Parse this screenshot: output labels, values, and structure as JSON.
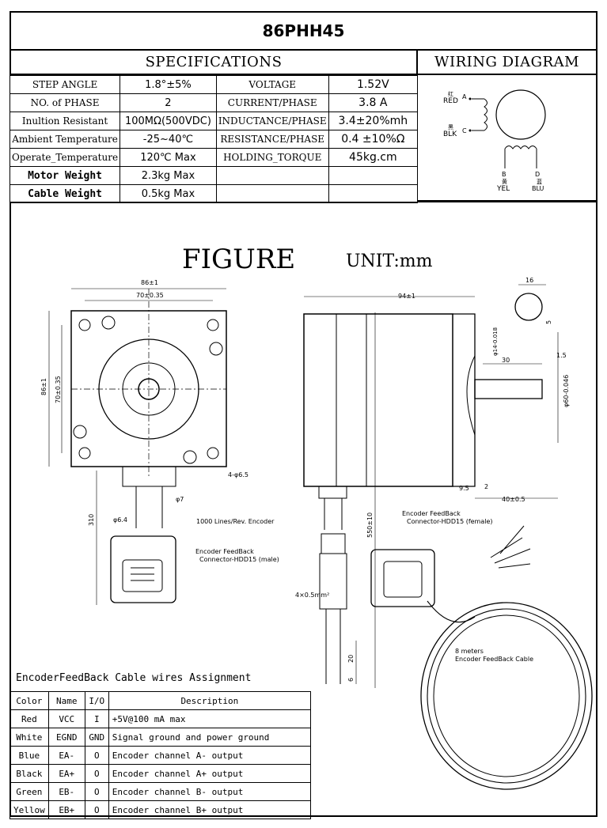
{
  "title": "86PHH45",
  "specifications_header": "SPECIFICATIONS",
  "wiring_header": "WIRING DIAGRAM",
  "specs": {
    "left": [
      {
        "label": "STEP ANGLE",
        "value": "1.8°±5%"
      },
      {
        "label": "NO. of PHASE",
        "value": "2"
      },
      {
        "label": "Inultion Resistant",
        "value": "100MΩ(500VDC)"
      },
      {
        "label": "Ambient Temperature",
        "value": "-25~40℃"
      },
      {
        "label": "Operate_Temperature",
        "value": "120℃ Max"
      },
      {
        "label": "Motor Weight",
        "value": "2.3kg Max"
      },
      {
        "label": "Cable Weight",
        "value": "0.5kg Max"
      }
    ],
    "right": [
      {
        "label": "VOLTAGE",
        "value": "1.52V"
      },
      {
        "label": "CURRENT/PHASE",
        "value": "3.8 A"
      },
      {
        "label": "INDUCTANCE/PHASE",
        "value": "3.4±20%mh"
      },
      {
        "label": "RESISTANCE/PHASE",
        "value": "0.4 ±10%Ω"
      },
      {
        "label": "HOLDING_TORQUE",
        "value": "45kg.cm"
      }
    ]
  },
  "wiring": {
    "red_cn": "红",
    "red": "RED",
    "a": "A",
    "blk_cn": "黑",
    "blk": "BLK",
    "c": "C",
    "b": "B",
    "yel_cn": "黄",
    "yel": "YEL",
    "d": "D",
    "blu_cn": "蓝",
    "blu": "BLU"
  },
  "figure": {
    "title": "FIGURE",
    "unit": "UNIT:mm",
    "dims": {
      "d86w": "86±1",
      "d70w": "70±0.35",
      "d86h": "86±1",
      "d70h": "70±0.35",
      "holes": "4-φ6.5",
      "d310": "310",
      "d64": "φ6.4",
      "d7": "φ7",
      "d94": "94±1",
      "d16": "16",
      "d5": "5",
      "d14": "φ14-0.018",
      "d30": "30",
      "d15": "1.5",
      "d60": "φ60-0.046",
      "d95": "9.5",
      "d2": "2",
      "d40": "40±0.5",
      "d550": "550±10",
      "d20": "20",
      "d6": "6",
      "wire": "4×0.5mm²"
    },
    "encoder_label": "1000 Lines/Rev. Encoder",
    "conn_male_1": "Encoder FeedBack",
    "conn_male_2": "Connector-HDD15 (male)",
    "conn_female_1": "Encoder FeedBack",
    "conn_female_2": "Connector-HDD15 (female)",
    "cable_1": "8 meters",
    "cable_2": "Encoder FeedBack Cable"
  },
  "assignment": {
    "title": "EncoderFeedBack Cable wires Assignment",
    "headers": [
      "Color",
      "Name",
      "I/O",
      "Description"
    ],
    "rows": [
      [
        "Red",
        "VCC",
        "I",
        "+5V@100 mA max"
      ],
      [
        "White",
        "EGND",
        "GND",
        "Signal ground and power ground"
      ],
      [
        "Blue",
        "EA-",
        "O",
        "Encoder channel A- output"
      ],
      [
        "Black",
        "EA+",
        "O",
        "Encoder channel A+ output"
      ],
      [
        "Green",
        "EB-",
        "O",
        "Encoder channel B- output"
      ],
      [
        "Yellow",
        "EB+",
        "O",
        "Encoder channel B+ output"
      ]
    ]
  }
}
